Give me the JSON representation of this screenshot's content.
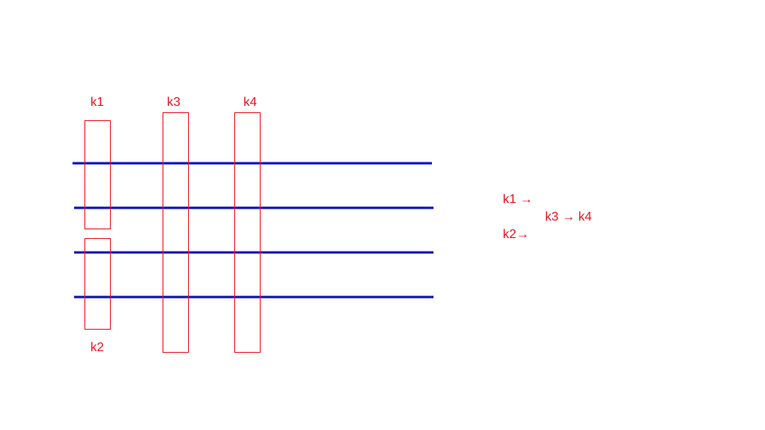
{
  "colors": {
    "line": "#0a14b4",
    "box": "#e8141e",
    "text": "#e8141e",
    "background": "#ffffff"
  },
  "horizontal_lines": {
    "count": 4
  },
  "boxes": [
    {
      "id": "k1",
      "label": "k1"
    },
    {
      "id": "k2",
      "label": "k2"
    },
    {
      "id": "k3",
      "label": "k3"
    },
    {
      "id": "k4",
      "label": "k4"
    }
  ],
  "flow_text": {
    "line1": "k1 →",
    "line2": "k3 → k4",
    "line3": "k2→"
  }
}
